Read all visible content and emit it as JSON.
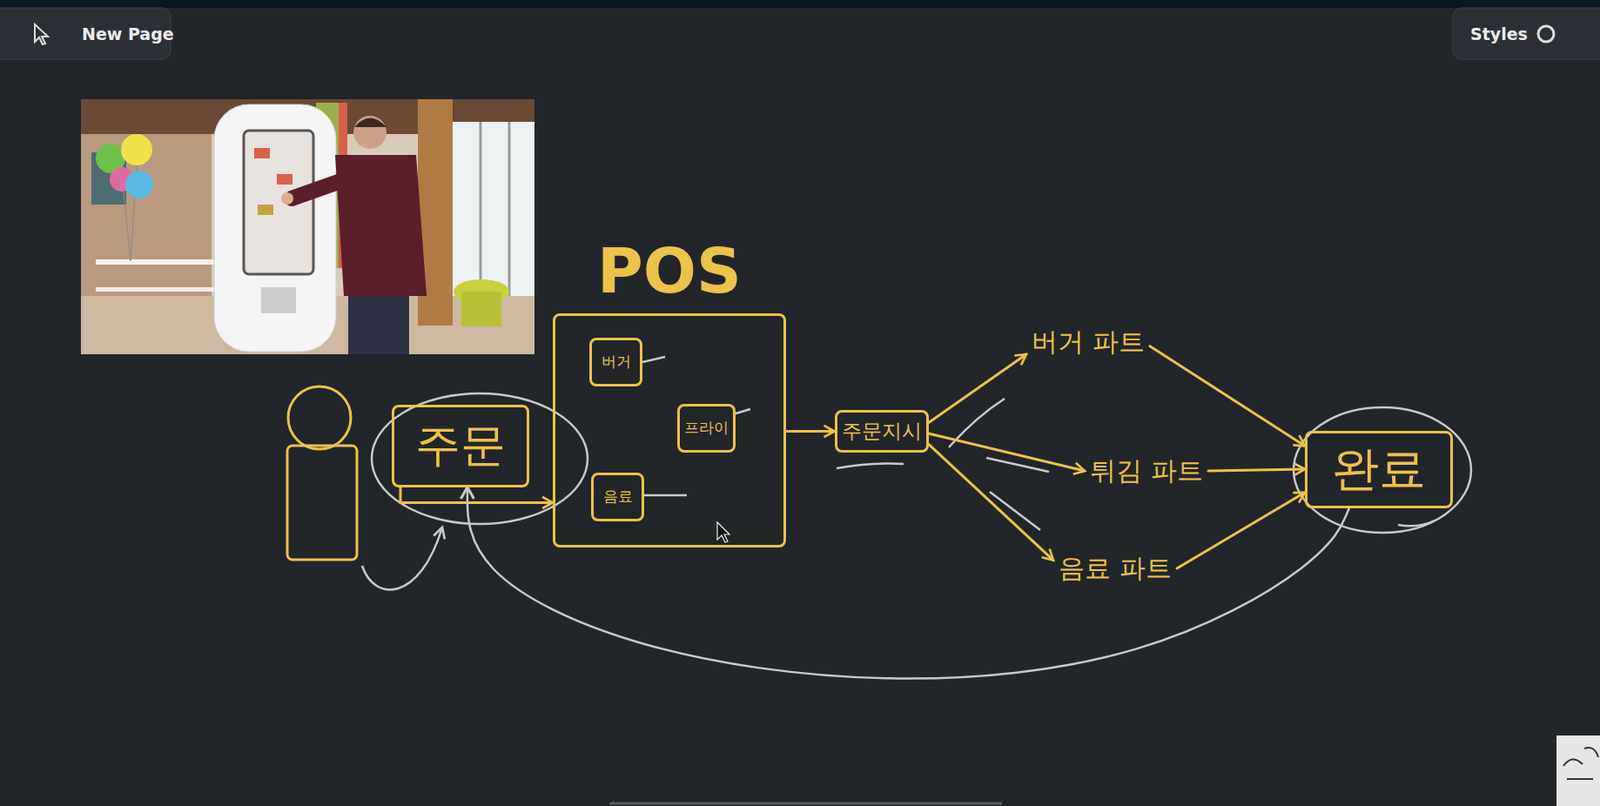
{
  "diagram": {
    "nodes": [
      {
        "text": [
          "주문"
        ]
      },
      {
        "text": [
          "POS"
        ]
      },
      {
        "text": [
          "버거"
        ],
        "in": 1
      },
      {
        "text": [
          "프라이"
        ],
        "in": 1
      },
      {
        "text": [
          "음료"
        ],
        "in": 1
      },
      {
        "text": [
          "주문지시"
        ]
      },
      {
        "text": [
          "버거 파트"
        ]
      },
      {
        "text": [
          "튀김 파트"
        ]
      },
      {
        "text": [
          "음료 파트"
        ]
      },
      {
        "text": [
          "완료"
        ]
      }
    ],
    "edges": [
      {
        "from": 0,
        "to": 1,
        "arrow": "to"
      },
      {
        "from": 1,
        "to": 5,
        "arrow": "to"
      },
      {
        "from": 5,
        "to": 6,
        "arrow": "to"
      },
      {
        "from": 5,
        "to": 7,
        "arrow": "to"
      },
      {
        "from": 5,
        "to": 8,
        "arrow": "to"
      },
      {
        "from": 6,
        "to": 9,
        "arrow": "to"
      },
      {
        "from": 7,
        "to": 9,
        "arrow": "to"
      },
      {
        "from": 8,
        "to": 9,
        "arrow": "to"
      },
      {
        "from": 9,
        "to": 0,
        "arrow": "to"
      }
    ],
    "labels": [
      "New Page",
      "Styles"
    ]
  }
}
